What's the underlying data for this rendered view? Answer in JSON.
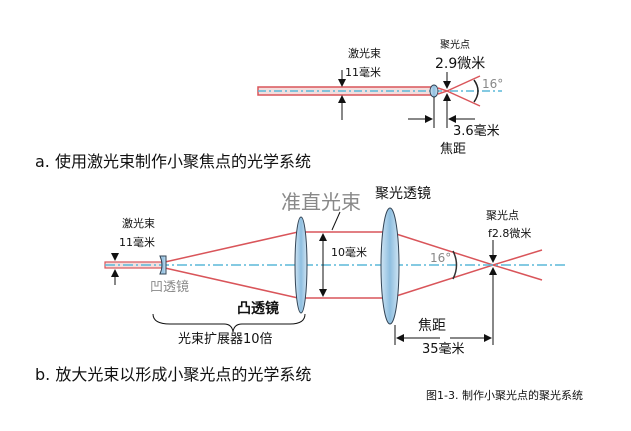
{
  "part_a": {
    "beam_label": "激光束",
    "beam_diameter": "11毫米",
    "spot_label": "聚光点",
    "spot_size": "2.9微米",
    "angle": "16°",
    "focal_distance": "3.6毫米",
    "focal_label": "焦距",
    "caption": "a. 使用激光束制作小聚焦点的光学系统"
  },
  "part_b": {
    "beam_label": "激光束",
    "beam_diameter": "11毫米",
    "concave_lens": "凹透镜",
    "convex_lens": "凸透镜",
    "collimated_beam": "准直光束",
    "collimated_diameter": "10毫米",
    "focusing_lens": "聚光透镜",
    "spot_label": "聚光点",
    "spot_size": "f2.8微米",
    "angle": "16°",
    "expander": "光束扩展器10倍",
    "focal_label": "焦距",
    "focal_distance": "35毫米",
    "caption": "b. 放大光束以形成小聚光点的光学系统"
  },
  "figure_caption": "图1-3. 制作小聚光点的聚光系统",
  "colors": {
    "beam": "#d9555a",
    "axis": "#5bb8d8",
    "lens": "#9ec9e6"
  }
}
